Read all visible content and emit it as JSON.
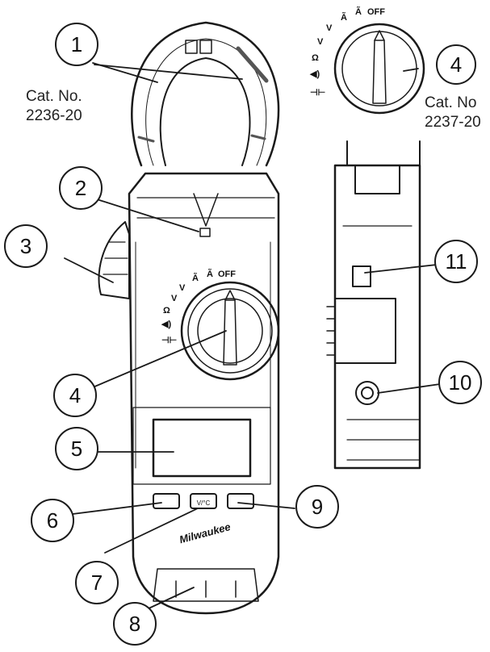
{
  "catalog": {
    "left": {
      "label": "Cat. No.",
      "number": "2236-20"
    },
    "right": {
      "label": "Cat. No",
      "number": "2237-20"
    }
  },
  "callouts": [
    "1",
    "2",
    "3",
    "4",
    "4",
    "5",
    "6",
    "7",
    "8",
    "9",
    "10",
    "11"
  ],
  "dial": {
    "off_label": "OFF",
    "settings": [
      "Ã",
      "Ã",
      "V",
      "V",
      "Ω",
      "◀)",
      "⊣⊢"
    ]
  },
  "meter": {
    "brand": "Milwaukee",
    "buttons": [
      "",
      "V/°C",
      ""
    ]
  },
  "colors": {
    "stroke": "#1a1a1a",
    "fill": "#ffffff",
    "panel": "#f3f3f3"
  }
}
